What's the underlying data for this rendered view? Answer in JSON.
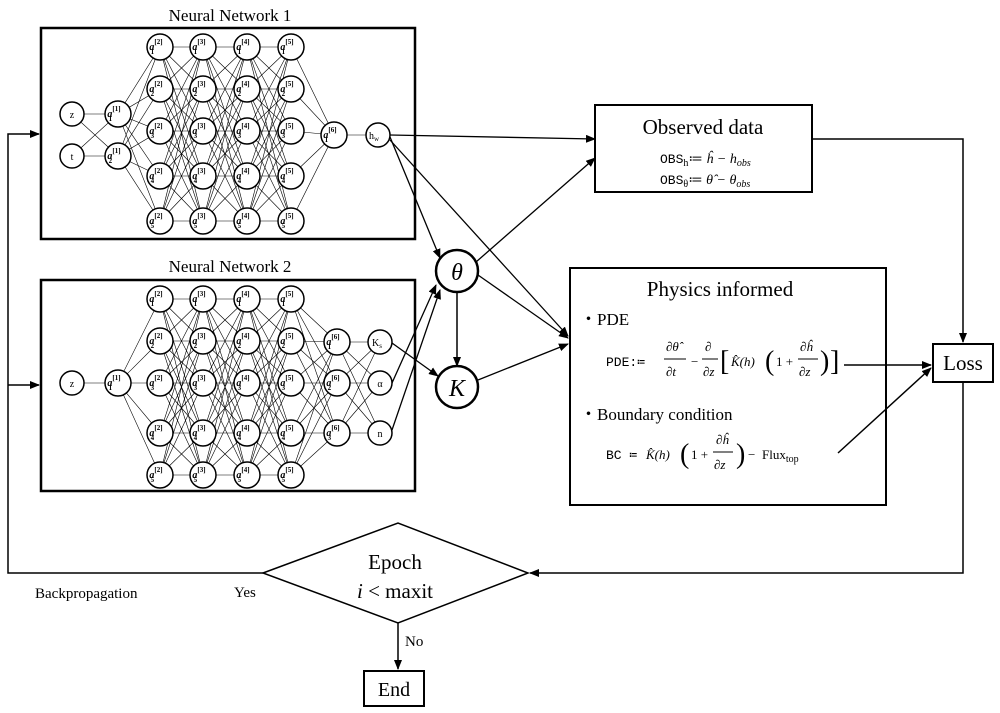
{
  "nn1": {
    "title": "Neural Network 1",
    "inputs": [
      "z",
      "t"
    ],
    "layer1": [
      "1",
      "2"
    ],
    "output_hidden": "a",
    "output_hidden_sup": "[6]",
    "outputs": [
      "h",
      "w"
    ]
  },
  "nn2": {
    "title": "Neural Network 2",
    "inputs": [
      "z"
    ],
    "outputs": [
      "K",
      "s",
      "α",
      "n"
    ]
  },
  "node_symbol": "a",
  "theta": "θ",
  "K": "K",
  "observed": {
    "title": "Observed data",
    "line1": "OBS",
    "line1_sub": "h",
    "line1_rhs": "≔ ĥ − h",
    "line1_rhs_sub": "obs",
    "line2": "OBS",
    "line2_sub": "θ",
    "line2_rhs": "≔ θ̂ − θ",
    "line2_rhs_sub": "obs"
  },
  "physics": {
    "title": "Physics informed",
    "bullet1": "・PDE",
    "pde_label": "PDE:≔",
    "bullet2": "・Boundary condition",
    "bc_label": "BC ≔",
    "flux": "Flux",
    "flux_sub": "top"
  },
  "loss": "Loss",
  "epoch": {
    "line1": "Epoch",
    "line2_i": "i",
    "line2_rest": " < maxit"
  },
  "yes": "Yes",
  "no": "No",
  "end": "End",
  "backprop": "Backpropagation"
}
